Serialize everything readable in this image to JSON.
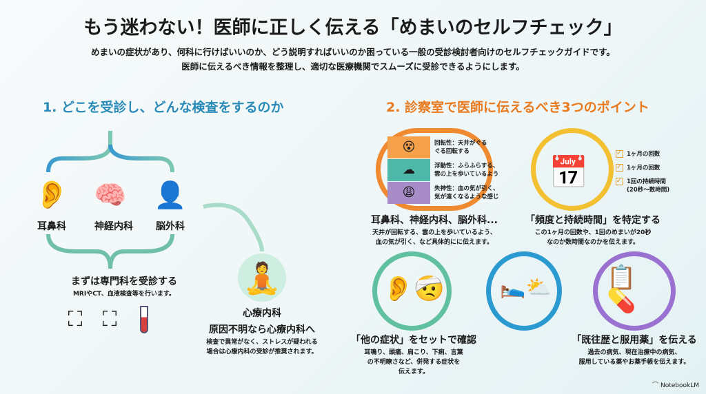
{
  "title": "もう迷わない！医師に正しく伝える「めまいのセルフチェック」",
  "subtitle_1": "めまいの症状があり、何科に行けばいいのか、どう説明すればいいのか困っている一般の受診検討者向けのセルフチェックガイドです。",
  "subtitle_2": "医師に伝えるべき情報を整理し、適切な医療機関でスムーズに受診できるようにします。",
  "section1": {
    "heading": "1. どこを受診し、どんな検査をするのか",
    "departments": [
      "耳鼻科",
      "神経内科",
      "脳外科"
    ],
    "first_step": {
      "title": "まずは専門科を受診する",
      "text": "MRIやCT、血液検査等を行います。"
    },
    "psych": {
      "label": "心療内科",
      "title": "原因不明なら心療内科へ",
      "text_1": "検査で異常がなく、ストレスが疑われる",
      "text_2": "場合は心療内科の受診が推奨されます。"
    }
  },
  "section2": {
    "heading": "2. 診察室で医師に伝えるべき3つのポイント",
    "types": [
      {
        "l1": "回転性：天井がぐる",
        "l2": "ぐる回転する",
        "color": "#f5a04a"
      },
      {
        "l1": "浮動性：ふらふらする、",
        "l2": "雲の上を歩いているよう",
        "color": "#4fb8a8"
      },
      {
        "l1": "失神性：血の気が引く、",
        "l2": "気が遠くなるような感じ",
        "color": "#a88cc8"
      }
    ],
    "p1": {
      "title": "耳鼻科、神経内科、脳外科...",
      "l1": "天井が回転する、雲の上を歩いているよう、",
      "l2": "血の気が引く、など具体的にに伝えます。"
    },
    "checks": [
      "1ヶ月の回数",
      "1ヶ月の回数",
      "1回の持続時間",
      "(20秒〜数時間)"
    ],
    "p2": {
      "title": "「頻度と持続時間」を特定する",
      "l1": "この1ヶ月の回数や、1回のめまいが20秒",
      "l2": "なのか数時間なのかを伝えます。"
    },
    "p3": {
      "title": "「他の症状」をセットで確認",
      "l1": "耳鳴り、頭痛、肩こり、下痢、言葉",
      "l2": "の不明瞭さなど、併発する症状を",
      "l3": "伝えます。"
    },
    "p4": {
      "title": "「既往歴と服用薬」を伝える",
      "l1": "過去の病気、現在治療中の病気、",
      "l2": "服用している薬やお薬手帳を伝えます。"
    }
  },
  "brand": "NotebookLM"
}
